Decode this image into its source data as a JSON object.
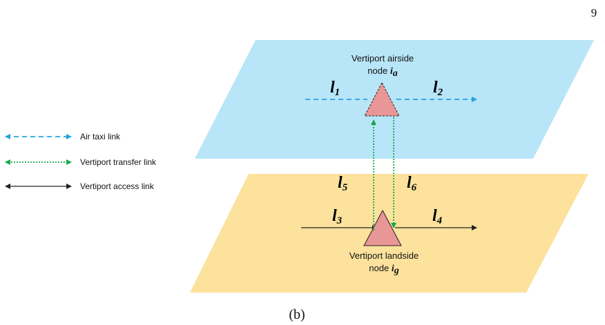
{
  "page_number": "9",
  "caption": "(b)",
  "colors": {
    "air_plane": "#b8e5f8",
    "land_plane": "#fce29d",
    "node_fill": "#e89696",
    "air_taxi_link": "#1fa3e0",
    "transfer_link": "#14a84a",
    "access_link": "#222222"
  },
  "nodes": {
    "airside": {
      "label_line1": "Vertiport airside",
      "label_line2": "node ",
      "symbol": "i",
      "subscript": "a"
    },
    "landside": {
      "label_line1": "Vertiport landside",
      "label_line2": "node ",
      "symbol": "i",
      "subscript": "g"
    }
  },
  "links": {
    "l1": {
      "symbol": "l",
      "subscript": "1"
    },
    "l2": {
      "symbol": "l",
      "subscript": "2"
    },
    "l3": {
      "symbol": "l",
      "subscript": "3"
    },
    "l4": {
      "symbol": "l",
      "subscript": "4"
    },
    "l5": {
      "symbol": "l",
      "subscript": "5"
    },
    "l6": {
      "symbol": "l",
      "subscript": "6"
    }
  },
  "legend": [
    {
      "label": "Air taxi link",
      "style": "dashed"
    },
    {
      "label": "Vertiport transfer link",
      "style": "dotted"
    },
    {
      "label": "Vertiport access link",
      "style": "solid"
    }
  ]
}
